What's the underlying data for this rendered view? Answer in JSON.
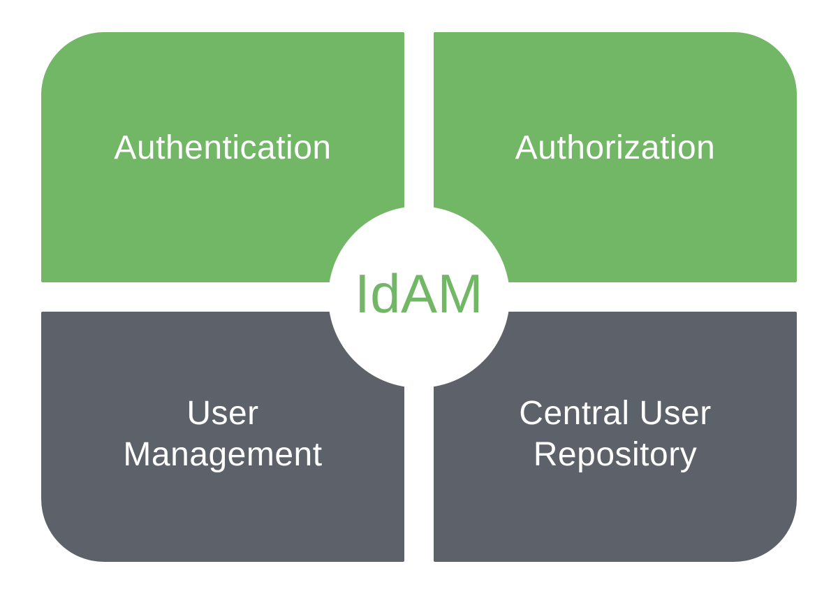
{
  "diagram": {
    "center": {
      "title": "IdAM"
    },
    "quadrants": [
      {
        "id": "authentication",
        "label": "Authentication",
        "position": "top-left"
      },
      {
        "id": "authorization",
        "label": "Authorization",
        "position": "top-right"
      },
      {
        "id": "user-management",
        "label": "User\nManagement",
        "position": "bottom-left"
      },
      {
        "id": "central-user-repository",
        "label": "Central User\nRepository",
        "position": "bottom-right"
      }
    ],
    "colors": {
      "green": "#72b765",
      "gray": "#5d6169",
      "label_text": "#ffffff",
      "center_background": "#ffffff",
      "center_title_text": "#72b765"
    }
  }
}
